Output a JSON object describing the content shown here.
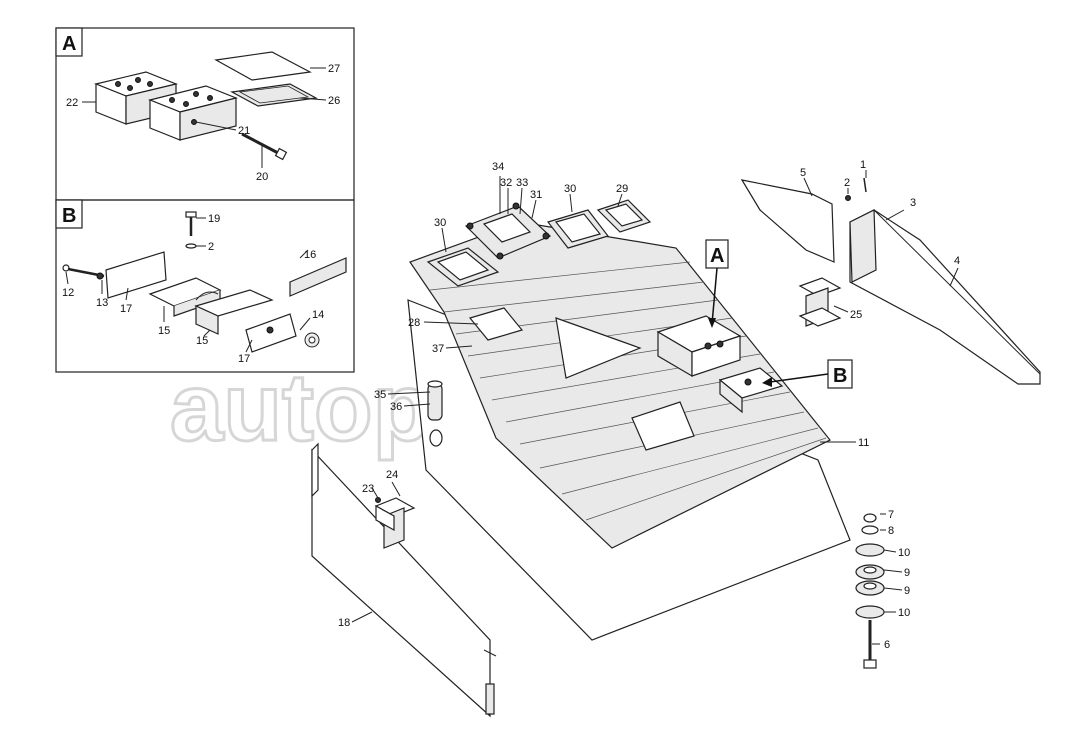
{
  "diagram": {
    "watermark": "autopiter.ru",
    "insets": [
      {
        "letter": "A"
      },
      {
        "letter": "B"
      }
    ],
    "callouts": [
      {
        "letter": "A"
      },
      {
        "letter": "B"
      }
    ],
    "labels": {
      "n1": "1",
      "n2": "2",
      "n2b": "2",
      "n3": "3",
      "n4": "4",
      "n5": "5",
      "n6": "6",
      "n7": "7",
      "n8": "8",
      "n9a": "9",
      "n9b": "9",
      "n10a": "10",
      "n10b": "10",
      "n11": "11",
      "n12": "12",
      "n13": "13",
      "n14": "14",
      "n15a": "15",
      "n15b": "15",
      "n16": "16",
      "n17a": "17",
      "n17b": "17",
      "n18": "18",
      "n19": "19",
      "n20": "20",
      "n21": "21",
      "n22": "22",
      "n23": "23",
      "n24": "24",
      "n25": "25",
      "n26": "26",
      "n27": "27",
      "n28": "28",
      "n29": "29",
      "n30a": "30",
      "n30b": "30",
      "n31": "31",
      "n32": "32",
      "n33": "33",
      "n34": "34",
      "n35": "35",
      "n36": "36",
      "n37": "37"
    }
  }
}
